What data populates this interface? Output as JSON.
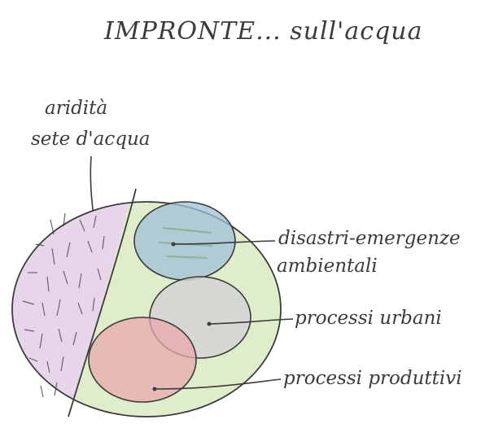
{
  "diagram": {
    "title": "IMPRONTE... sull'acqua",
    "left_label": {
      "line1": "aridità",
      "line2": "sete d'acqua"
    },
    "right_labels": [
      {
        "id": "blue",
        "line1": "disastri-emergenze",
        "line2": "ambientali"
      },
      {
        "id": "gray",
        "line1": "processi urbani"
      },
      {
        "id": "red",
        "line1": "processi produttivi"
      }
    ],
    "colors": {
      "ink": "#3b3b3b",
      "purple_zone": "#e7d6ea",
      "green_zone": "#dcebc4",
      "blue_zone": "#9fbfd6",
      "gray_zone": "#d3d3d3",
      "red_zone": "#e8a8ad",
      "background": "#ffffff"
    }
  }
}
